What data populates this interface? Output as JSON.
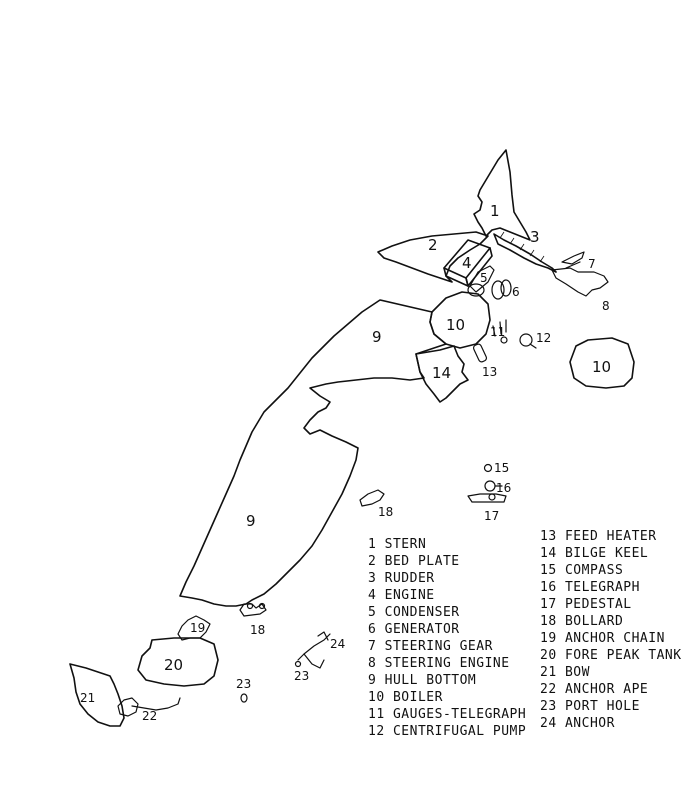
{
  "wreck_labels": {
    "stern": "1",
    "bed_plate": "2",
    "rudder": "3",
    "engine": "4",
    "condenser": "5",
    "generator": "6",
    "steering_gear": "7",
    "steering_engine": "8",
    "hull_bottom_upper": "9",
    "hull_bottom_lower": "9",
    "boiler_left": "10",
    "boiler_right": "10",
    "gauges_telegraph": "11",
    "centrifugal_pump": "12",
    "feed_heater": "13",
    "bilge_keel": "14",
    "compass": "15",
    "telegraph": "16",
    "pedestal": "17",
    "bollard_upper": "18",
    "bollard_lower": "18",
    "anchor_chain": "19",
    "fore_peak_tank": "20",
    "bow": "21",
    "anchor_ape": "22",
    "port_hole": "23",
    "anchor": "24"
  },
  "legend_left": [
    "1  STERN",
    "2  BED PLATE",
    "3  RUDDER",
    "4  ENGINE",
    "5  CONDENSER",
    "6  GENERATOR",
    "7  STEERING GEAR",
    "8  STEERING ENGINE",
    "9  HULL BOTTOM",
    "10 BOILER",
    "11 GAUGES-TELEGRAPH",
    "12 CENTRIFUGAL PUMP"
  ],
  "legend_right": [
    "13 FEED HEATER",
    "14 BILGE KEEL",
    "15 COMPASS",
    "16 TELEGRAPH",
    "17 PEDESTAL",
    "18 BOLLARD",
    "19 ANCHOR CHAIN",
    "20 FORE PEAK TANK",
    "21 BOW",
    "22 ANCHOR APE",
    "23 PORT HOLE",
    "24 ANCHOR"
  ]
}
